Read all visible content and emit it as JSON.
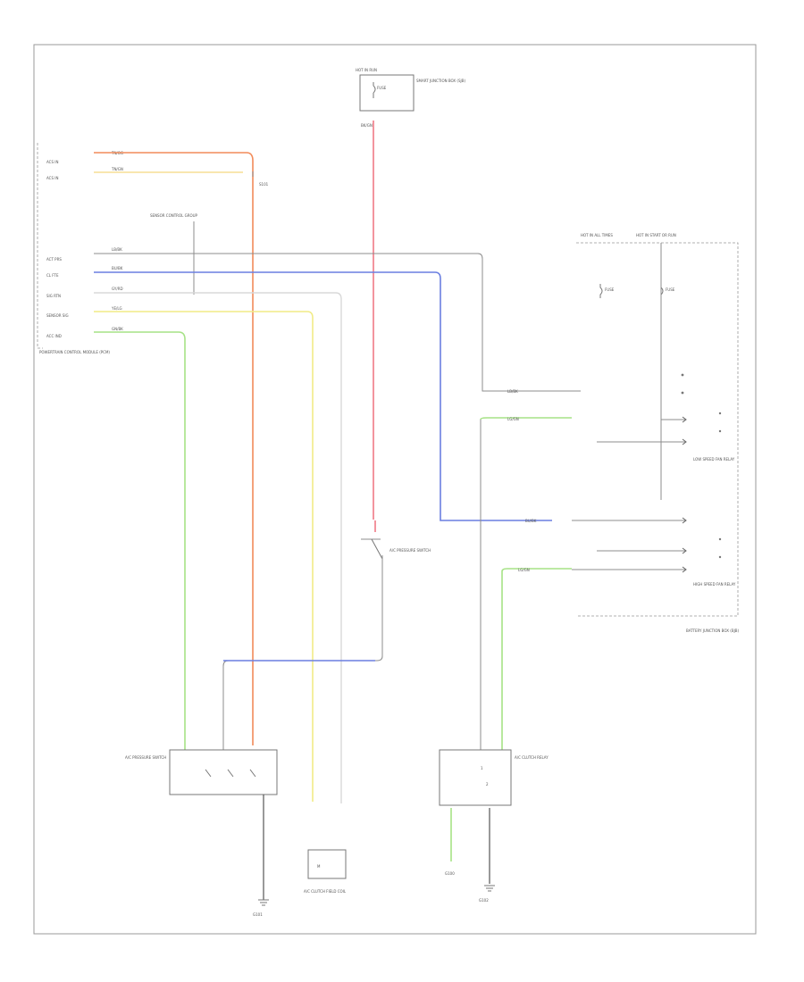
{
  "diagram": {
    "footer_code": "",
    "top_fuse": {
      "header": "HOT IN RUN",
      "fuse": "FUSE",
      "note": "SMART JUNCTION BOX (SJB)",
      "wire": "BK/GN"
    },
    "pcm": {
      "pins": [
        "ACS IN",
        "ACS IN",
        "ACT PRS",
        "CL FTE",
        "SIG RTN",
        "SENSOR SIG",
        "ACC IND"
      ],
      "wires": [
        "TN/OG",
        "TN/GN",
        "LB/BK",
        "BU/BK",
        "GY/RD",
        "YE/LG",
        "GN/BK"
      ],
      "caption": "POWERTRAIN CONTROL MODULE (PCM)"
    },
    "sensor_group_label": "SENSOR CONTROL GROUP",
    "right_fuse": {
      "col1": "HOT IN ALL TIMES",
      "col2": "HOT IN START OR RUN",
      "fuse_a": "FUSE",
      "fuse_b": "FUSE"
    },
    "mid_wires": [
      "LB/BK",
      "LG/GN",
      "BU/BK",
      "LG/GN"
    ],
    "pressure_switch_caption": "A/C PRESSURE SWITCH",
    "low_speed_caption": "LOW SPEED FAN RELAY",
    "high_speed_caption": "HIGH SPEED FAN RELAY",
    "box_caption": "BATTERY JUNCTION BOX (BJB)",
    "acc_switch_caption": "A/C PRESSURE SWITCH",
    "clutch_caption": "A/C CLUTCH FIELD COIL",
    "relay_caption": "A/C CLUTCH RELAY",
    "ground_left": "G101",
    "ground_center": "G100",
    "ground_right": "G102"
  }
}
